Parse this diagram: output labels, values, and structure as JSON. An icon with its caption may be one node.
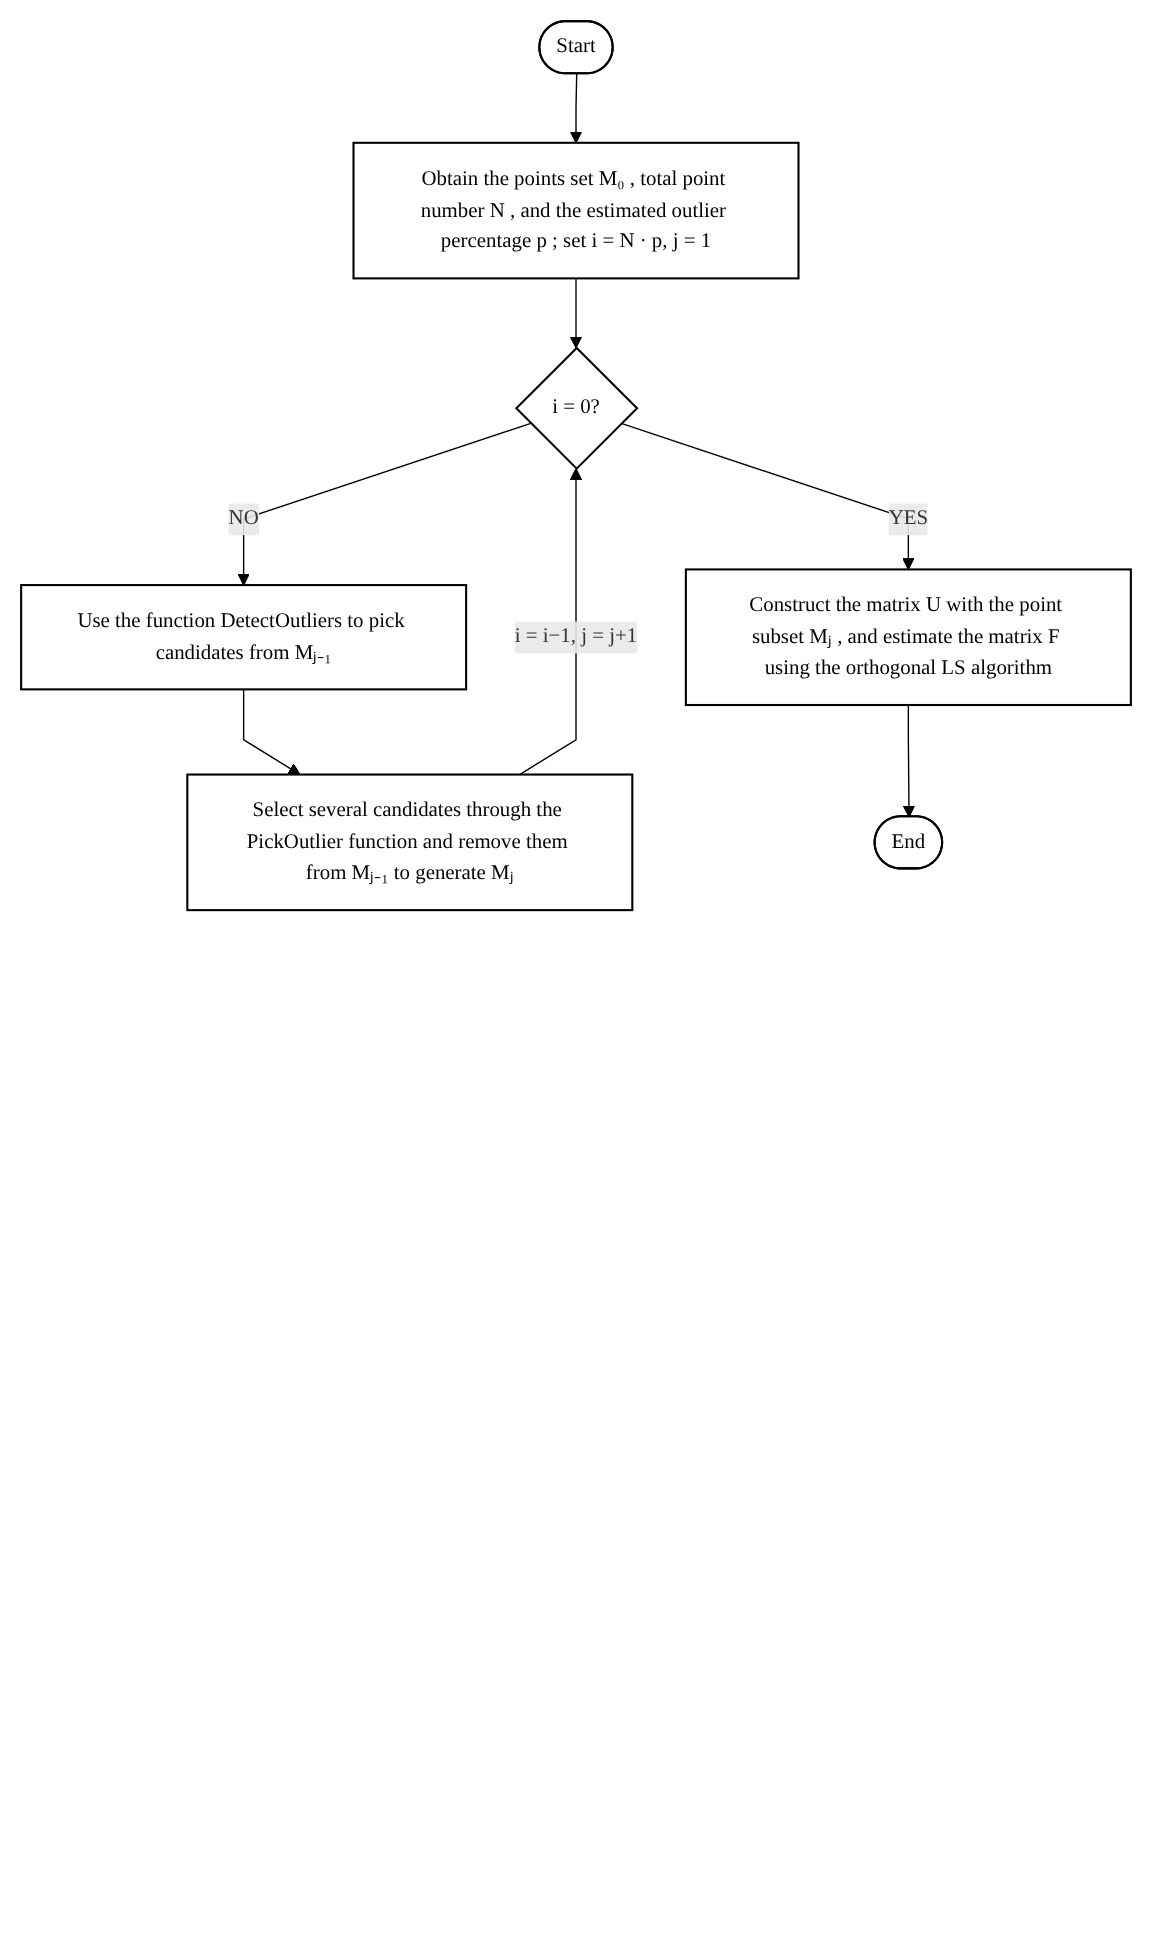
{
  "diagram": {
    "nodes": [
      {
        "text": [
          "Start"
        ]
      },
      {
        "text": [
          "Obtain the points set M₀ , total point number N , and the estimated outlier percentage p ; set i = N · p, j = 1"
        ]
      },
      {
        "text": [
          "i = 0?"
        ]
      },
      {
        "text": [
          "Use the function DetectOutliers to pick candidates from Mⱼ₋₁"
        ]
      },
      {
        "text": [
          "Select several candidates through the PickOutlier function and remove them from Mⱼ₋₁ to generate Mⱼ"
        ]
      },
      {
        "text": [
          "Construct the matrix U with the point subset Mⱼ , and estimate the matrix F using the orthogonal LS algorithm"
        ]
      },
      {
        "text": [
          "End"
        ]
      }
    ],
    "edges": [
      {
        "from": 0,
        "to": 1,
        "arrow": "to"
      },
      {
        "from": 1,
        "to": 2,
        "arrow": "to"
      },
      {
        "from": 2,
        "to": 3,
        "arrow": "to",
        "label": "NO"
      },
      {
        "from": 3,
        "to": 4,
        "arrow": "to"
      },
      {
        "from": 4,
        "to": 2,
        "arrow": "to",
        "label": "i = i−1, j = j+1"
      },
      {
        "from": 2,
        "to": 5,
        "arrow": "to",
        "label": "YES"
      },
      {
        "from": 5,
        "to": 6,
        "arrow": "to"
      }
    ]
  }
}
